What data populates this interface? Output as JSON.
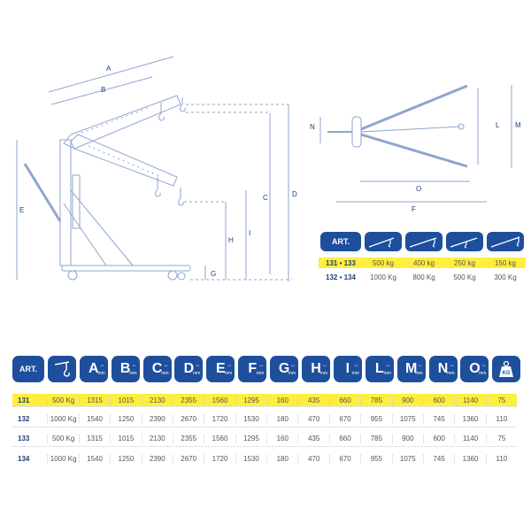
{
  "drawing": {
    "dimension_labels": [
      "A",
      "B",
      "C",
      "D",
      "E",
      "F",
      "G",
      "H",
      "I",
      "L",
      "M",
      "N",
      "O"
    ]
  },
  "small_table": {
    "header": {
      "art": "ART.",
      "icons": [
        "crane-hook-position-1-icon",
        "crane-hook-position-2-icon",
        "crane-hook-position-3-icon",
        "crane-hook-position-4-icon"
      ]
    },
    "rows": [
      {
        "art": "131 • 133",
        "values": [
          "500 kg",
          "400 kg",
          "250 kg",
          "150 kg"
        ],
        "highlight": true
      },
      {
        "art": "132 • 134",
        "values": [
          "1000 Kg",
          "800 Kg",
          "500 Kg",
          "300 Kg"
        ],
        "highlight": false
      }
    ]
  },
  "main_table": {
    "header": {
      "art": "ART.",
      "letters": [
        "A",
        "B",
        "C",
        "D",
        "E",
        "F",
        "G",
        "H",
        "I",
        "L",
        "M",
        "N",
        "O"
      ],
      "unit": "mm",
      "weight_label": "KG"
    },
    "rows": [
      {
        "art": "131",
        "cells": [
          "500 Kg",
          "1315",
          "1015",
          "2130",
          "2355",
          "1560",
          "1295",
          "160",
          "435",
          "660",
          "785",
          "900",
          "600",
          "1140",
          "75"
        ],
        "highlight": true
      },
      {
        "art": "132",
        "cells": [
          "1000 Kg",
          "1540",
          "1250",
          "2390",
          "2670",
          "1720",
          "1530",
          "180",
          "470",
          "670",
          "955",
          "1075",
          "745",
          "1360",
          "110"
        ],
        "highlight": false
      },
      {
        "art": "133",
        "cells": [
          "500 Kg",
          "1315",
          "1015",
          "2130",
          "2355",
          "1560",
          "1295",
          "160",
          "435",
          "660",
          "785",
          "900",
          "600",
          "1140",
          "75"
        ],
        "highlight": false
      },
      {
        "art": "134",
        "cells": [
          "1000 Kg",
          "1540",
          "1250",
          "2390",
          "2670",
          "1720",
          "1530",
          "180",
          "470",
          "670",
          "955",
          "1075",
          "745",
          "1360",
          "110"
        ],
        "highlight": false
      }
    ]
  },
  "colors": {
    "accent": "#1d4f9c",
    "highlight": "#ffee3d",
    "line": "#8ea6cf"
  }
}
